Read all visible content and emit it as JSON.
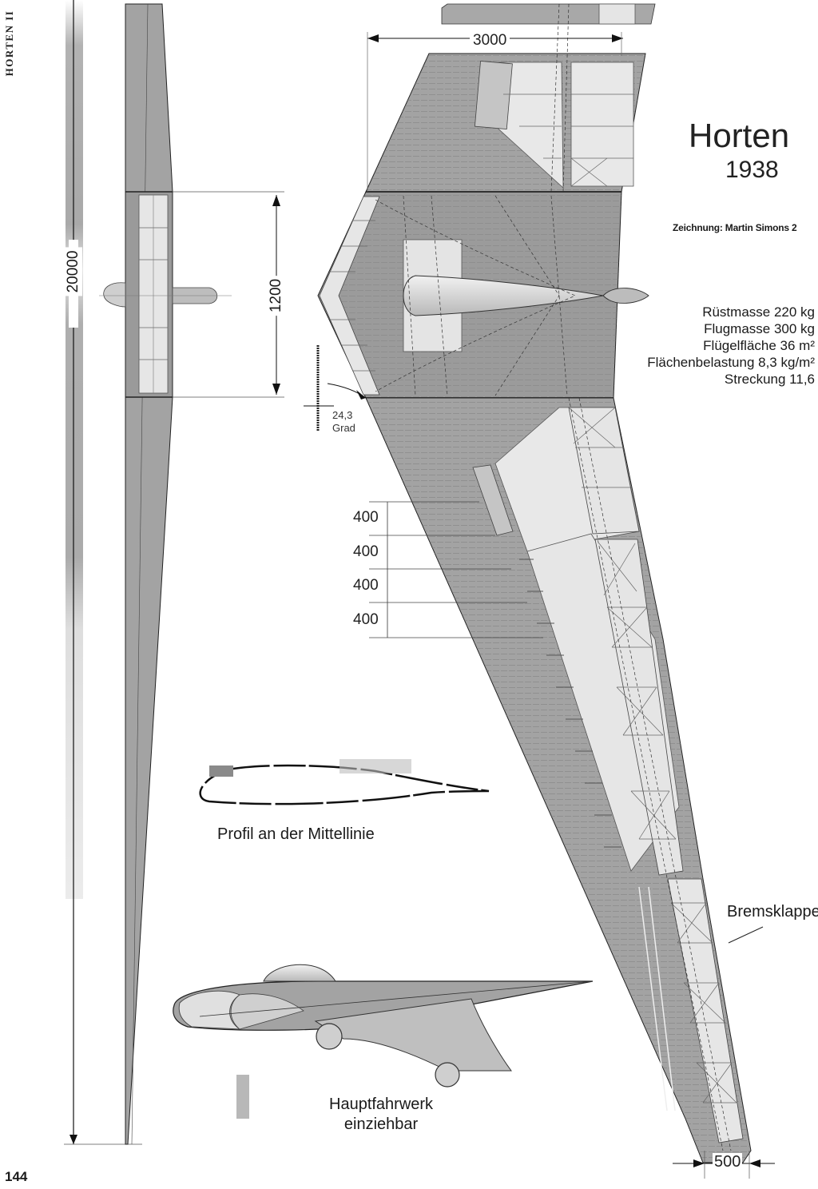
{
  "header": {
    "running_head": "HORTEN II",
    "page_number": "144"
  },
  "title": {
    "name": "Horten",
    "year": "1938"
  },
  "credit": "Zeichnung: Martin Simons 2",
  "specs": [
    "Rüstmasse 220 kg",
    "Flugmasse 300 kg",
    "Flügelfläche 36 m²",
    "Flächenbelastung 8,3 kg/m²",
    "Streckung 11,6"
  ],
  "dimensions": {
    "chord_tip_center": "3000",
    "span": "20000",
    "center_section": "1200",
    "sweep_value": "24,3",
    "sweep_unit": "Grad",
    "rib_spacing": [
      "400",
      "400",
      "400",
      "400"
    ],
    "tip_chord": "500"
  },
  "labels": {
    "profile": "Profil an der Mittellinie",
    "brake_flap": "Bremsklappe",
    "gear_line1": "Hauptfahrwerk",
    "gear_line2": "einziehbar"
  },
  "colors": {
    "wing_fill": "#a3a3a3",
    "wing_dark": "#8c8c8c",
    "open_frame": "#e8e8e8",
    "ink": "#1a1a1a"
  }
}
